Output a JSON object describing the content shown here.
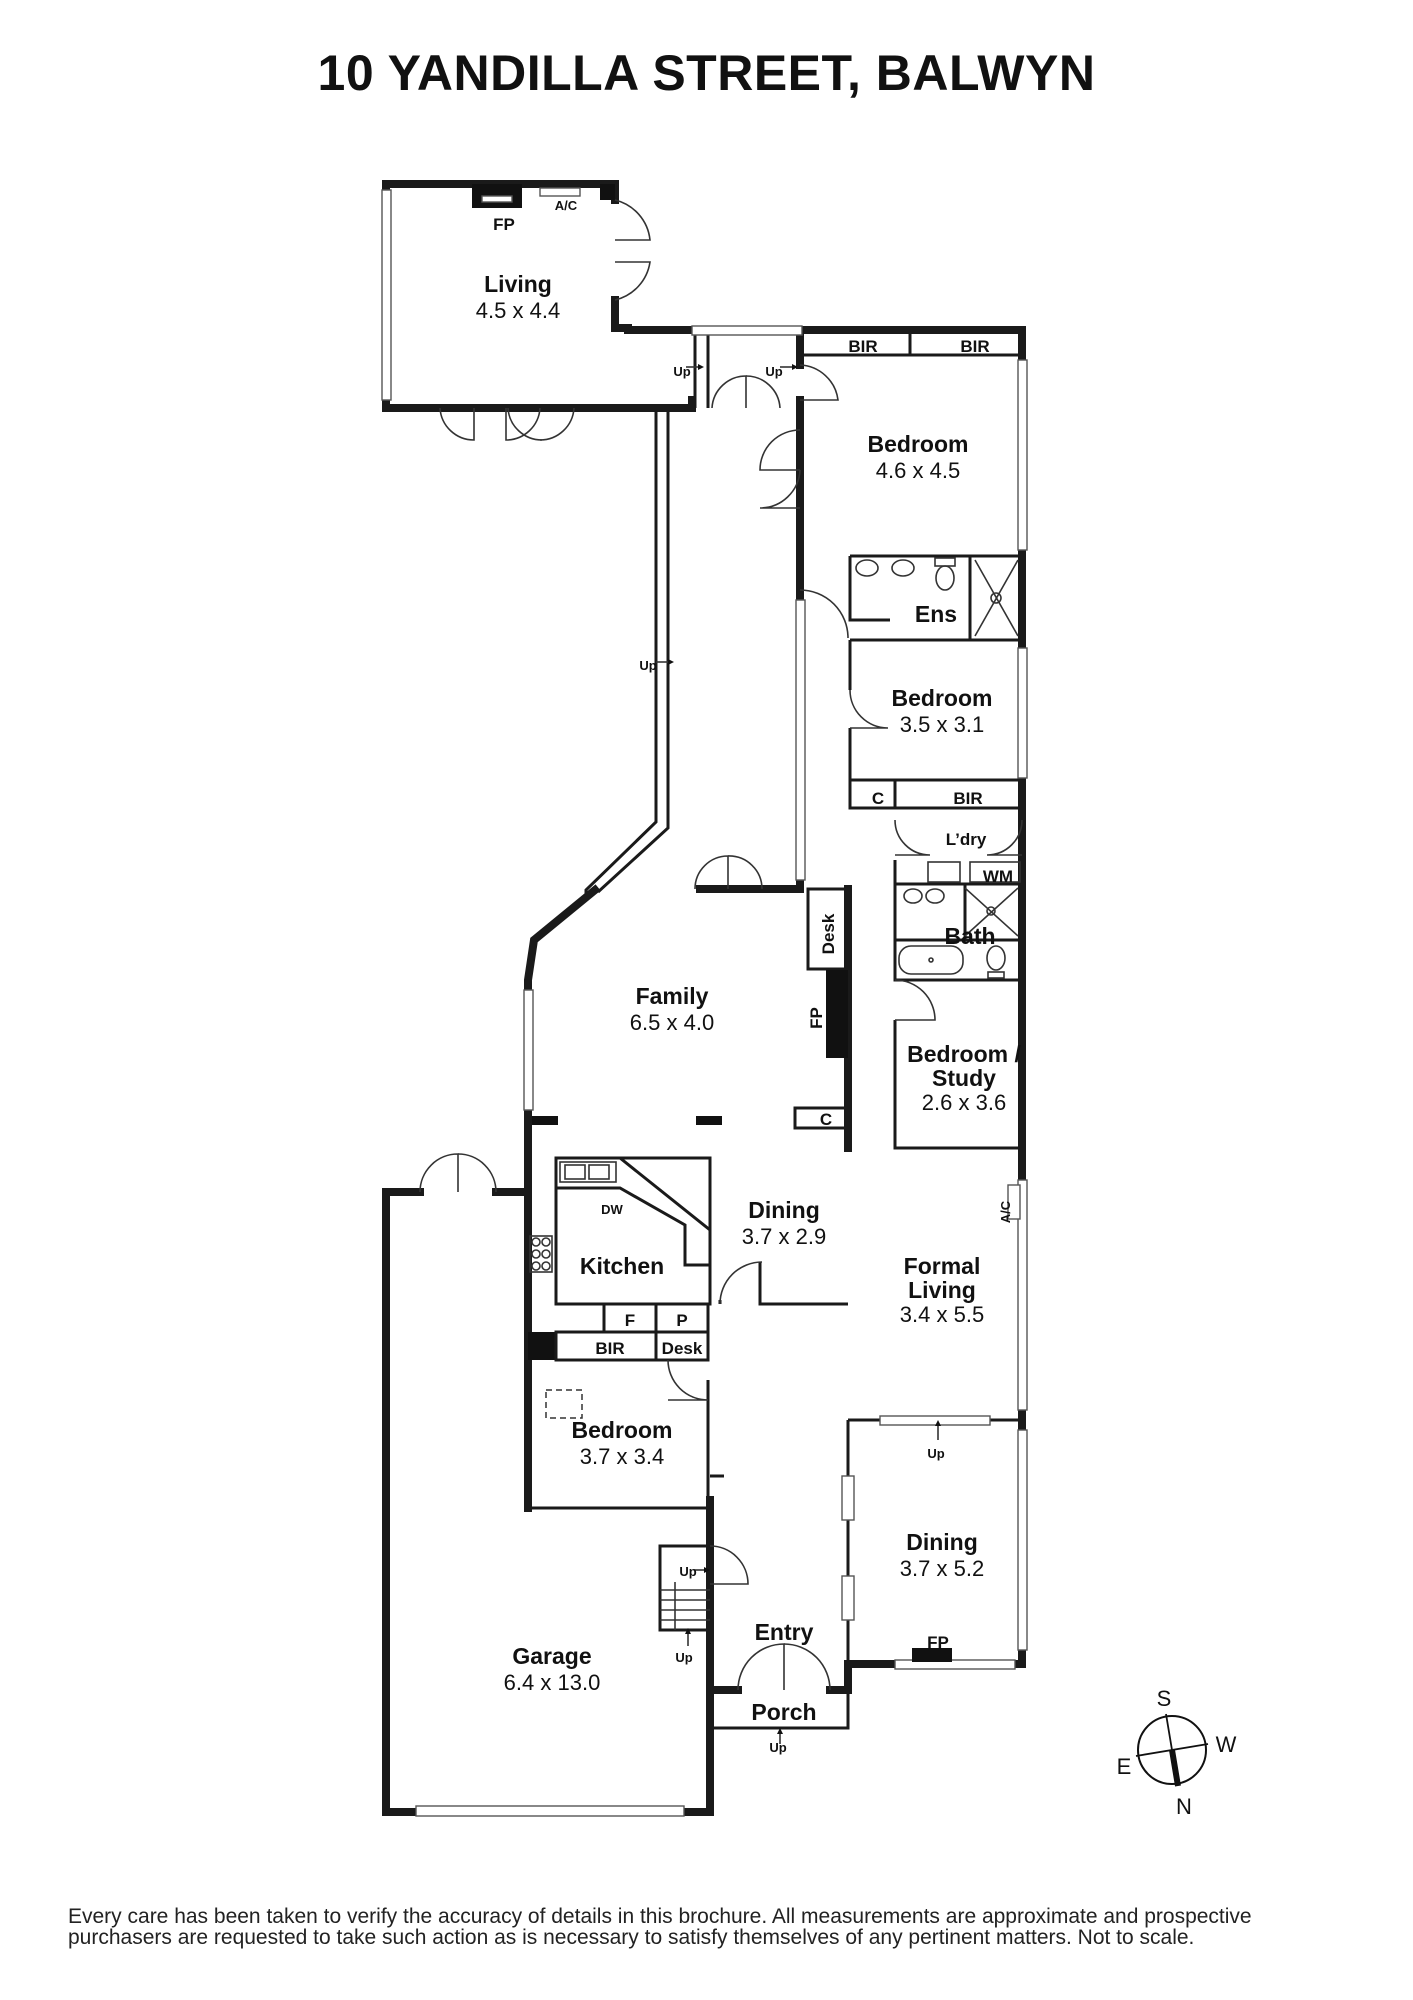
{
  "title": "10 YANDILLA STREET, BALWYN",
  "rooms": {
    "living_rear": {
      "name": "Living",
      "dims": "4.5 x 4.4"
    },
    "bedroom_main": {
      "name": "Bedroom",
      "dims": "4.6 x 4.5"
    },
    "ensuite": {
      "name": "Ens"
    },
    "bedroom_2": {
      "name": "Bedroom",
      "dims": "3.5 x 3.1"
    },
    "laundry": {
      "name": "L’dry"
    },
    "bath": {
      "name": "Bath"
    },
    "family": {
      "name": "Family",
      "dims": "6.5 x 4.0"
    },
    "bedroom_study": {
      "name": "Bedroom /",
      "name2": "Study",
      "dims": "2.6 x 3.6"
    },
    "dining_1": {
      "name": "Dining",
      "dims": "3.7 x 2.9"
    },
    "kitchen": {
      "name": "Kitchen"
    },
    "formal_living": {
      "name": "Formal",
      "name2": "Living",
      "dims": "3.4 x 5.5"
    },
    "bedroom_3": {
      "name": "Bedroom",
      "dims": "3.7 x 3.4"
    },
    "dining_2": {
      "name": "Dining",
      "dims": "3.7 x 5.2"
    },
    "entry": {
      "name": "Entry"
    },
    "porch": {
      "name": "Porch"
    },
    "garage": {
      "name": "Garage",
      "dims": "6.4 x 13.0"
    }
  },
  "labels": {
    "fp": "FP",
    "ac": "A/C",
    "bir": "BIR",
    "up": "Up",
    "desk": "Desk",
    "c": "C",
    "wm": "WM",
    "dw": "DW",
    "f": "F",
    "p": "P"
  },
  "compass": {
    "s": "S",
    "w": "W",
    "e": "E",
    "n": "N"
  },
  "disclaimer": {
    "line1": "Every care has been taken to verify the accuracy of details in this brochure. All measurements are approximate and prospective",
    "line2": "purchasers are requested to take such action as is necessary to satisfy themselves of any pertinent matters. Not to scale."
  }
}
